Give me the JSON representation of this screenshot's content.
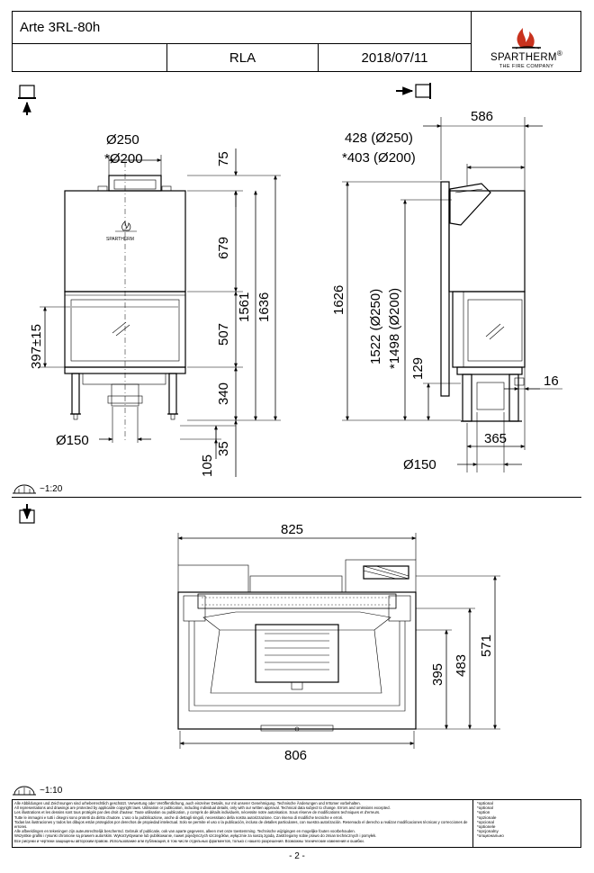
{
  "title_block": {
    "product_name": "Arte 3RL-80h",
    "model_code": "RLA",
    "date": "2018/07/11",
    "brand": "SPARTHERM",
    "brand_mark": "®",
    "tagline": "THE FIRE COMPANY"
  },
  "front_view": {
    "flue_d250": "Ø250",
    "flue_d200": "*Ø200",
    "dim_top": "75",
    "dim_hood": "679",
    "dim_glass": "507",
    "dim_base": "340",
    "dim_1561": "1561",
    "dim_1636": "1636",
    "dim_397": "397±15",
    "dim_feet": "35",
    "dim_105": "105",
    "air_d150": "Ø150",
    "door_brand": "SPARTHERM"
  },
  "side_view": {
    "depth_586": "586",
    "flue_offset_250": "428 (Ø250)",
    "flue_offset_200": "*403 (Ø200)",
    "height_1626": "1626",
    "height_1522": "1522 (Ø250)",
    "height_1498": "*1498 (Ø200)",
    "dim_129": "129",
    "dim_16": "16",
    "dim_365": "365",
    "air_d150": "Ø150"
  },
  "plan_view": {
    "width_825": "825",
    "width_806": "806",
    "depth_395": "395",
    "depth_483": "483",
    "depth_571": "571"
  },
  "scales": {
    "upper": "~1:20",
    "lower": "~1:10"
  },
  "disclaimer": {
    "lines": [
      "Alle Abbildungen und Zeichnungen sind urheberrechtlich geschützt. Verwertung oder Veröffentlichung, auch einzelner Details, nur mit unserer Genehmigung. Technische Änderungen und Irrtümer vorbehalten.",
      "All representations and drawings are protected by applicable copyright laws. Utilisation or publication, including individual details, only with our written approval. Technical data subject to change. Errors and omissions excepted.",
      "Les illustrations et les dessins sont tous protégés par des droit d'auteur. Toute utilisation ou publication, y compris de détails individuels, nécessite notre autorisation. Sous réserve de modifications techniques et d'erreurs.",
      "Tutte le immagini e tutti i disegni sono protetti da diritto d'autore. L'uso o la pubblicazione, anche di dettagli singoli, necessitano della nostra autorizzazione. Con riserva di modifiche tecniche e errori.",
      "Todas las ilustraciones y todos los dibujos están protegidos por derechos de propiedad intelectual. Solo se permite el uso o la publicación, incluso de detalles particulares, con nuestra autorización. Reservado el derecho a realizar modificaciones técnicas y correcciones de errores.",
      "Alle afbeeldingen en tekeningen zijn auteursrechtelijk beschermd. Gebruik of publicatie, ook van aparte gegevens, alleen met onze toestemming. Technische wijzigingen en mogelijke fouten voorbehouden.",
      "Wszystkie grafiki i rysunki chronione są prawem autorskim. Wykorzystywanie lub publikowanie, nawet pojedynczych szczegółów, wyłącznie za naszą zgodą. Zastrzegamy sobie prawo do zmian technicznych i pomyłek.",
      "Все рисунки и чертежи защищены авторским правом. Использование или публикация, в том числе отдельных фрагментов, только с нашего разрешения. Возможны технические изменения и ошибки."
    ],
    "optional_labels": [
      "*optional",
      "*optional",
      "*option",
      "*opzionale",
      "*opcional",
      "*optionele",
      "*opcjonalny",
      "*опционально"
    ]
  },
  "page_number": "- 2 -"
}
